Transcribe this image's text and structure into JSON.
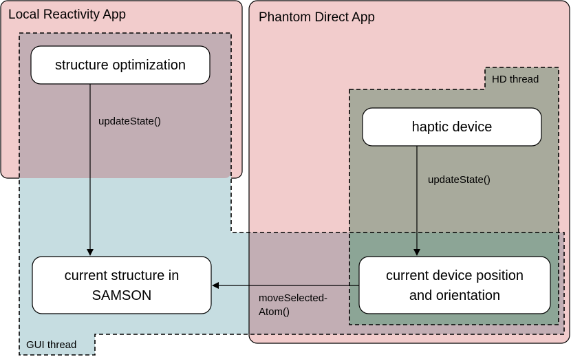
{
  "apps": {
    "local_reactivity": {
      "title": "Local Reactivity App"
    },
    "phantom_direct": {
      "title": "Phantom Direct App"
    }
  },
  "threads": {
    "hd": {
      "label": "HD thread"
    },
    "gui": {
      "label": "GUI thread"
    }
  },
  "nodes": {
    "structure_optimization": {
      "line1": "structure optimization"
    },
    "haptic_device": {
      "line1": "haptic device"
    },
    "current_structure": {
      "line1": "current structure in",
      "line2": "SAMSON"
    },
    "current_device": {
      "line1": "current device position",
      "line2": "and orientation"
    }
  },
  "edges": {
    "update_state_left": {
      "label": "updateState()"
    },
    "update_state_right": {
      "label": "updateState()"
    },
    "move_selected": {
      "line1": "moveSelected-",
      "line2": "Atom()"
    }
  },
  "colors": {
    "app_fill": "#f2cccc",
    "gui_fill": "#c6dde1",
    "overlap_fill": "#c2aeb4",
    "hd_fill": "#a8aa9c",
    "hd_gui_fill": "#8ca596",
    "stroke": "#000000",
    "node_fill": "#ffffff"
  }
}
